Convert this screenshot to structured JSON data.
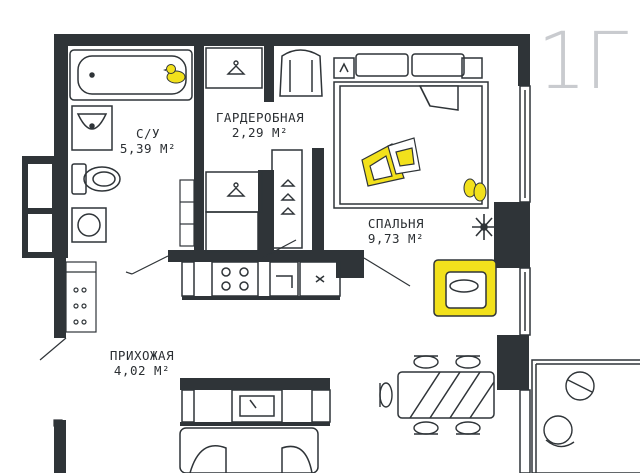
{
  "plan": {
    "unit_type": "1Г",
    "colors": {
      "wall": "#2f3438",
      "accent": "#f2e11c",
      "furniture": "#2f3438",
      "paper": "#ffffff"
    },
    "rooms": [
      {
        "id": "bathroom",
        "name": "С/У",
        "area": "5,39 М²"
      },
      {
        "id": "wardrobe",
        "name": "ГАРДЕРОБНАЯ",
        "area": "2,29 М²"
      },
      {
        "id": "bedroom",
        "name": "СПАЛЬНЯ",
        "area": "9,73 М²"
      },
      {
        "id": "hallway",
        "name": "ПРИХОЖАЯ",
        "area": "4,02 М²"
      }
    ],
    "furniture_icons": [
      "bathtub-icon",
      "rubber-duck-icon",
      "sink-icon",
      "toilet-icon",
      "washing-machine-icon",
      "hanger-icon",
      "armchair-icon",
      "bed-icon",
      "pillow-icon",
      "slippers-icon",
      "plant-icon",
      "stove-icon",
      "kitchen-sink-icon",
      "dining-table-icon",
      "chair-icon",
      "sofa-icon"
    ]
  }
}
